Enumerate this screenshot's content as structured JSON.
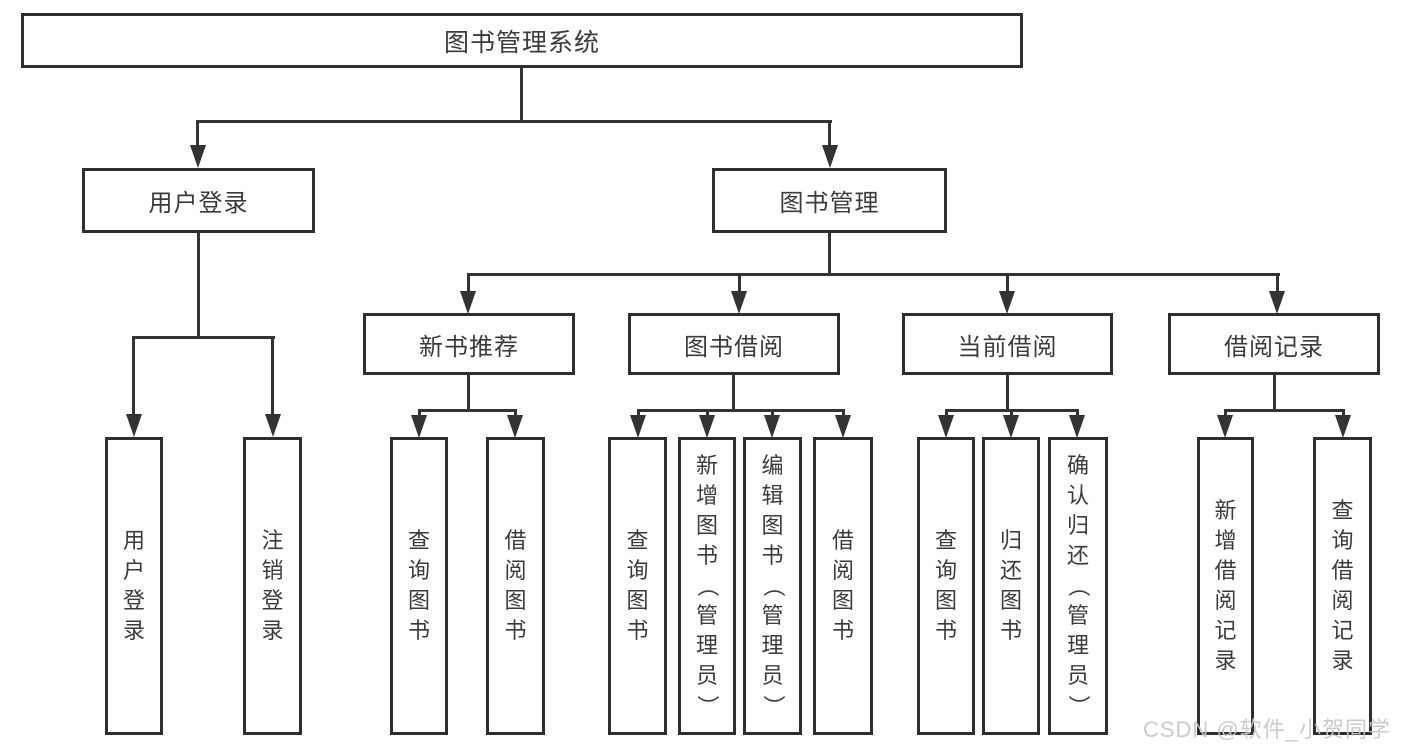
{
  "diagram": {
    "root": {
      "label": "图书管理系统",
      "children": [
        {
          "label": "用户登录",
          "children": [
            {
              "label": "用户登录"
            },
            {
              "label": "注销登录"
            }
          ]
        },
        {
          "label": "图书管理",
          "children": [
            {
              "label": "新书推荐",
              "children": [
                {
                  "label": "查询图书"
                },
                {
                  "label": "借阅图书"
                }
              ]
            },
            {
              "label": "图书借阅",
              "children": [
                {
                  "label": "查询图书"
                },
                {
                  "label": "新增图书（管理员）"
                },
                {
                  "label": "编辑图书（管理员）"
                },
                {
                  "label": "借阅图书"
                }
              ]
            },
            {
              "label": "当前借阅",
              "children": [
                {
                  "label": "查询图书"
                },
                {
                  "label": "归还图书"
                },
                {
                  "label": "确认归还（管理员）"
                }
              ]
            },
            {
              "label": "借阅记录",
              "children": [
                {
                  "label": "新增借阅记录"
                },
                {
                  "label": "查询借阅记录"
                }
              ]
            }
          ]
        }
      ]
    }
  },
  "watermark": {
    "text": "CSDN @软件_小贺同学"
  },
  "colors": {
    "line": "#333333",
    "box_border": "#2e2e2e",
    "text": "#3b3b3b",
    "watermark": "#c8c6c6",
    "background": "#ffffff"
  }
}
